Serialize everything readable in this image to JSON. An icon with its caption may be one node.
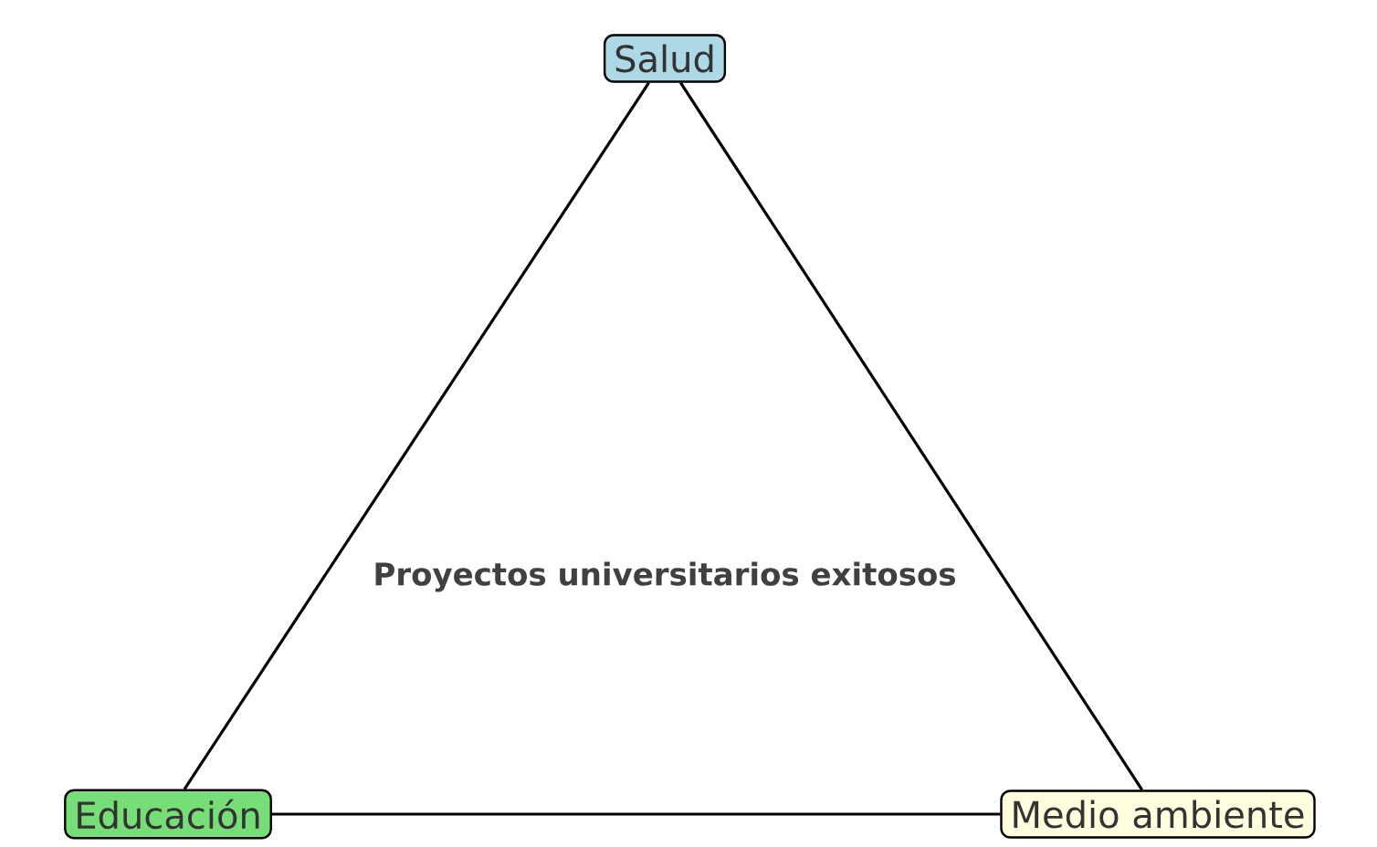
{
  "diagram": {
    "nodes": [
      {
        "text": [
          "Salud"
        ]
      },
      {
        "text": [
          "Educación"
        ]
      },
      {
        "text": [
          "Medio ambiente"
        ]
      }
    ],
    "edges": [
      {
        "from": 0,
        "to": 1,
        "arrow": "none"
      },
      {
        "from": 0,
        "to": 2,
        "arrow": "none"
      },
      {
        "from": 1,
        "to": 2,
        "arrow": "none"
      }
    ],
    "labels": [
      "Proyectos universitarios exitosos"
    ]
  }
}
